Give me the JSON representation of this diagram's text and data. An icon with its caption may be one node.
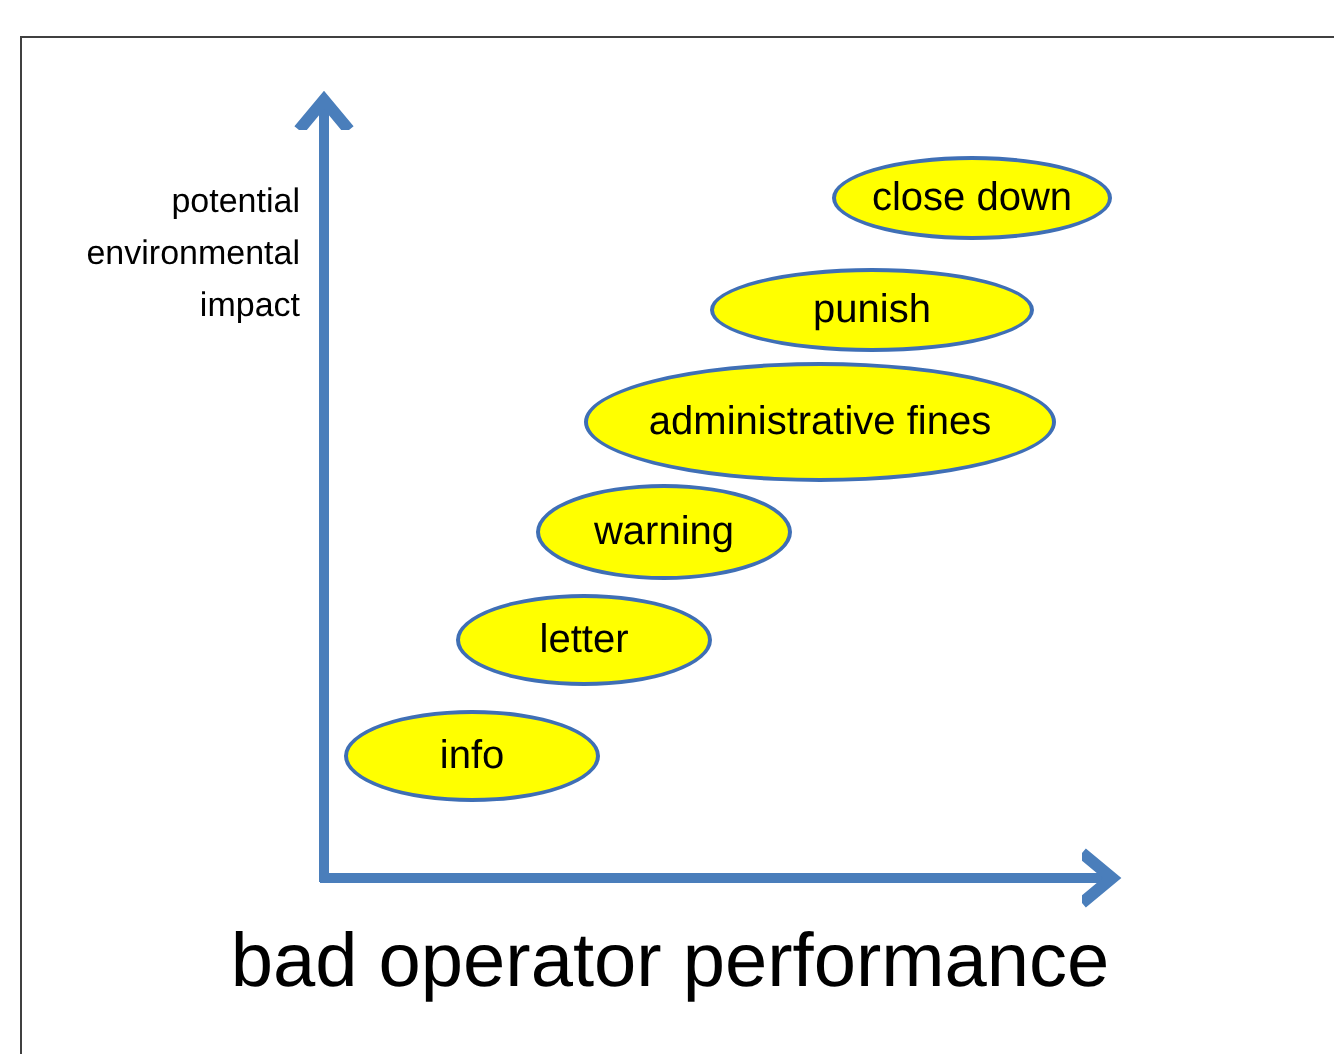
{
  "diagram": {
    "nodes": [
      {
        "text": [
          "close down"
        ]
      },
      {
        "text": [
          "punish"
        ]
      },
      {
        "text": [
          "administrative fines"
        ]
      },
      {
        "text": [
          "warning"
        ]
      },
      {
        "text": [
          "letter"
        ]
      },
      {
        "text": [
          "info"
        ]
      }
    ],
    "labels": [
      "potential environmental impact",
      "bad operator performance"
    ]
  }
}
